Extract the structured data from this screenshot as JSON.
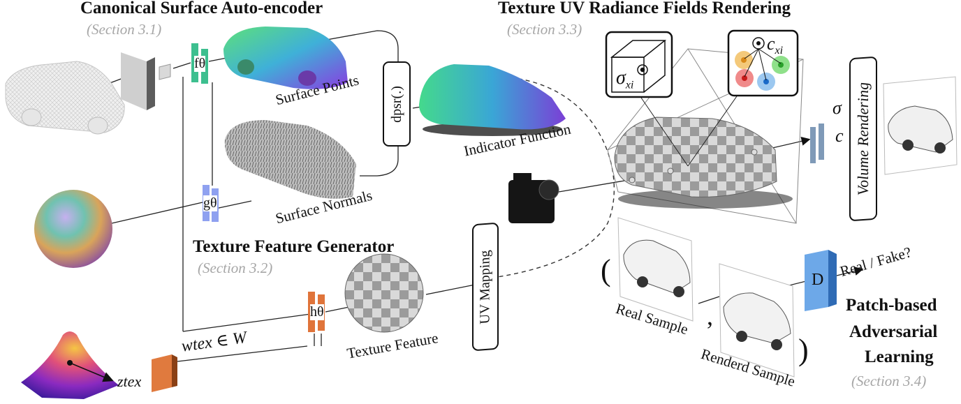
{
  "titles": {
    "autoencoder": "Canonical Surface Auto-encoder",
    "autoencoder_section": "(Section 3.1)",
    "texture_gen": "Texture Feature Generator",
    "texture_gen_section": "(Section 3.2)",
    "rendering": "Texture UV Radiance Fields Rendering",
    "rendering_section": "(Section 3.3)",
    "adversarial_line1": "Patch-based",
    "adversarial_line2": "Adversarial",
    "adversarial_line3": "Learning",
    "adversarial_section": "(Section 3.4)"
  },
  "labels": {
    "surface_points": "Surface Points",
    "surface_normals": "Surface Normals",
    "indicator_function": "Indicator Function",
    "texture_feature": "Texture Feature",
    "real_sample": "Real Sample",
    "rendered_sample": "Renderd Sample",
    "real_fake": "Real / Fake?",
    "dpsr": "dpsr(.)",
    "uv_mapping": "UV Mapping",
    "volume_rendering": "Volume Rendering",
    "sigma": "σ",
    "c": "c",
    "sigma_xi": "σ",
    "sigma_xi_sub": "xi",
    "c_xi": "c",
    "c_xi_sub": "xi",
    "w_tex": "wtex ∈ W",
    "z_tex": "ztex",
    "comma": ",",
    "paren_open": "(",
    "paren_close": ")"
  },
  "networks": {
    "f": "fθ",
    "g": "gθ",
    "h": "hθ",
    "d": "D"
  },
  "colors": {
    "f_net": "#3dbf8f",
    "g_net": "#8fa1f0",
    "h_net": "#e0743a",
    "d_net": "#6da8e8",
    "mlp": "#7f9ab8",
    "section": "#a6a6a6"
  },
  "icons": [
    "car-wireframe-icon",
    "sphere-icon",
    "gaussian-surface-icon",
    "camera-icon",
    "cube-density-icon",
    "color-points-icon"
  ]
}
